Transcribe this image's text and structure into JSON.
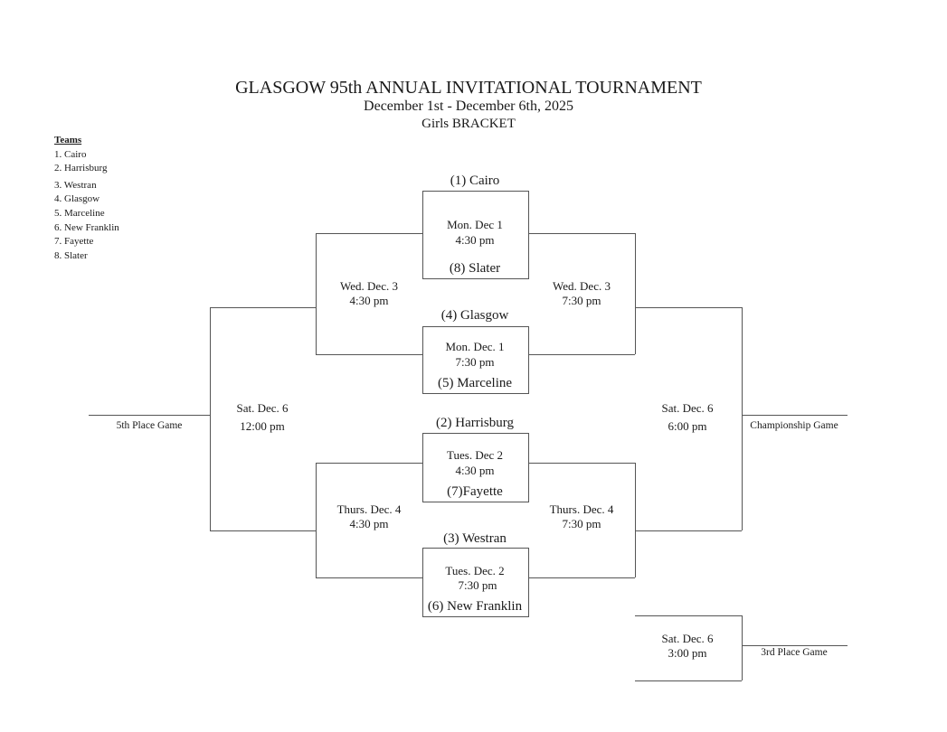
{
  "header": {
    "title": "GLASGOW 95th ANNUAL INVITATIONAL TOURNAMENT",
    "dates": "December 1st - December 6th, 2025",
    "bracket": "Girls BRACKET"
  },
  "teams": {
    "heading": "Teams",
    "items": [
      "1. Cairo",
      "2. Harrisburg",
      "3. Westran",
      "4. Glasgow",
      "5. Marceline",
      "6. New Franklin",
      "7. Fayette",
      "8. Slater"
    ]
  },
  "first_round": [
    {
      "top": "(1) Cairo",
      "date": "Mon. Dec 1",
      "time": "4:30 pm",
      "bottom": "(8) Slater"
    },
    {
      "top": "(4) Glasgow",
      "date": "Mon. Dec. 1",
      "time": "7:30 pm",
      "bottom": "(5) Marceline"
    },
    {
      "top": "(2) Harrisburg",
      "date": "Tues. Dec 2",
      "time": "4:30 pm",
      "bottom": "(7)Fayette"
    },
    {
      "top": "(3) Westran",
      "date": "Tues. Dec. 2",
      "time": "7:30 pm",
      "bottom": "(6) New Franklin"
    }
  ],
  "second_round": {
    "top_left": {
      "date": "Wed. Dec. 3",
      "time": "4:30 pm"
    },
    "top_right": {
      "date": "Wed. Dec. 3",
      "time": "7:30 pm"
    },
    "bottom_left": {
      "date": "Thurs. Dec. 4",
      "time": "4:30 pm"
    },
    "bottom_right": {
      "date": "Thurs. Dec. 4",
      "time": "7:30 pm"
    }
  },
  "finals": {
    "fifth": {
      "date": "Sat. Dec. 6",
      "time": "12:00 pm",
      "label": "5th Place Game"
    },
    "championship": {
      "date": "Sat. Dec. 6",
      "time": "6:00 pm",
      "label": "Championship Game"
    },
    "third": {
      "date": "Sat. Dec. 6",
      "time": "3:00 pm",
      "label": "3rd Place Game"
    }
  }
}
